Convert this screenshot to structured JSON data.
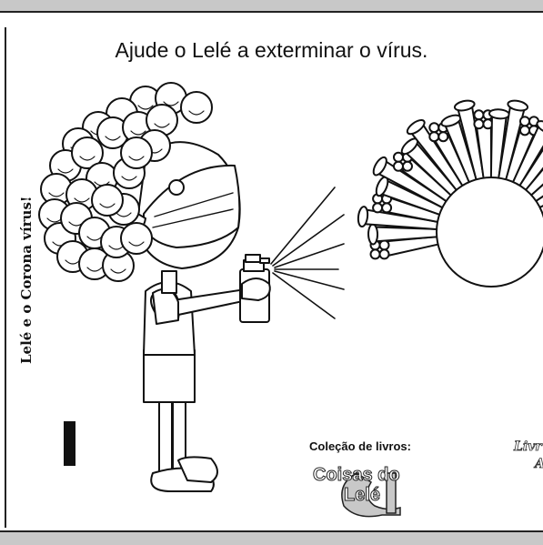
{
  "title": "Ajude o Lelé a exterminar o vírus.",
  "side_title": "Lelé e o Corona vírus!",
  "collection": {
    "label": "Coleção de livros:",
    "logo_line1": "Coisas do",
    "logo_line2": "Lelé"
  },
  "right_cut_text": {
    "line1": "Livr",
    "line2": "A"
  },
  "icons": [
    "boy-illustration",
    "spray-bottle-icon",
    "virus-illustration",
    "lele-logo-icon"
  ]
}
